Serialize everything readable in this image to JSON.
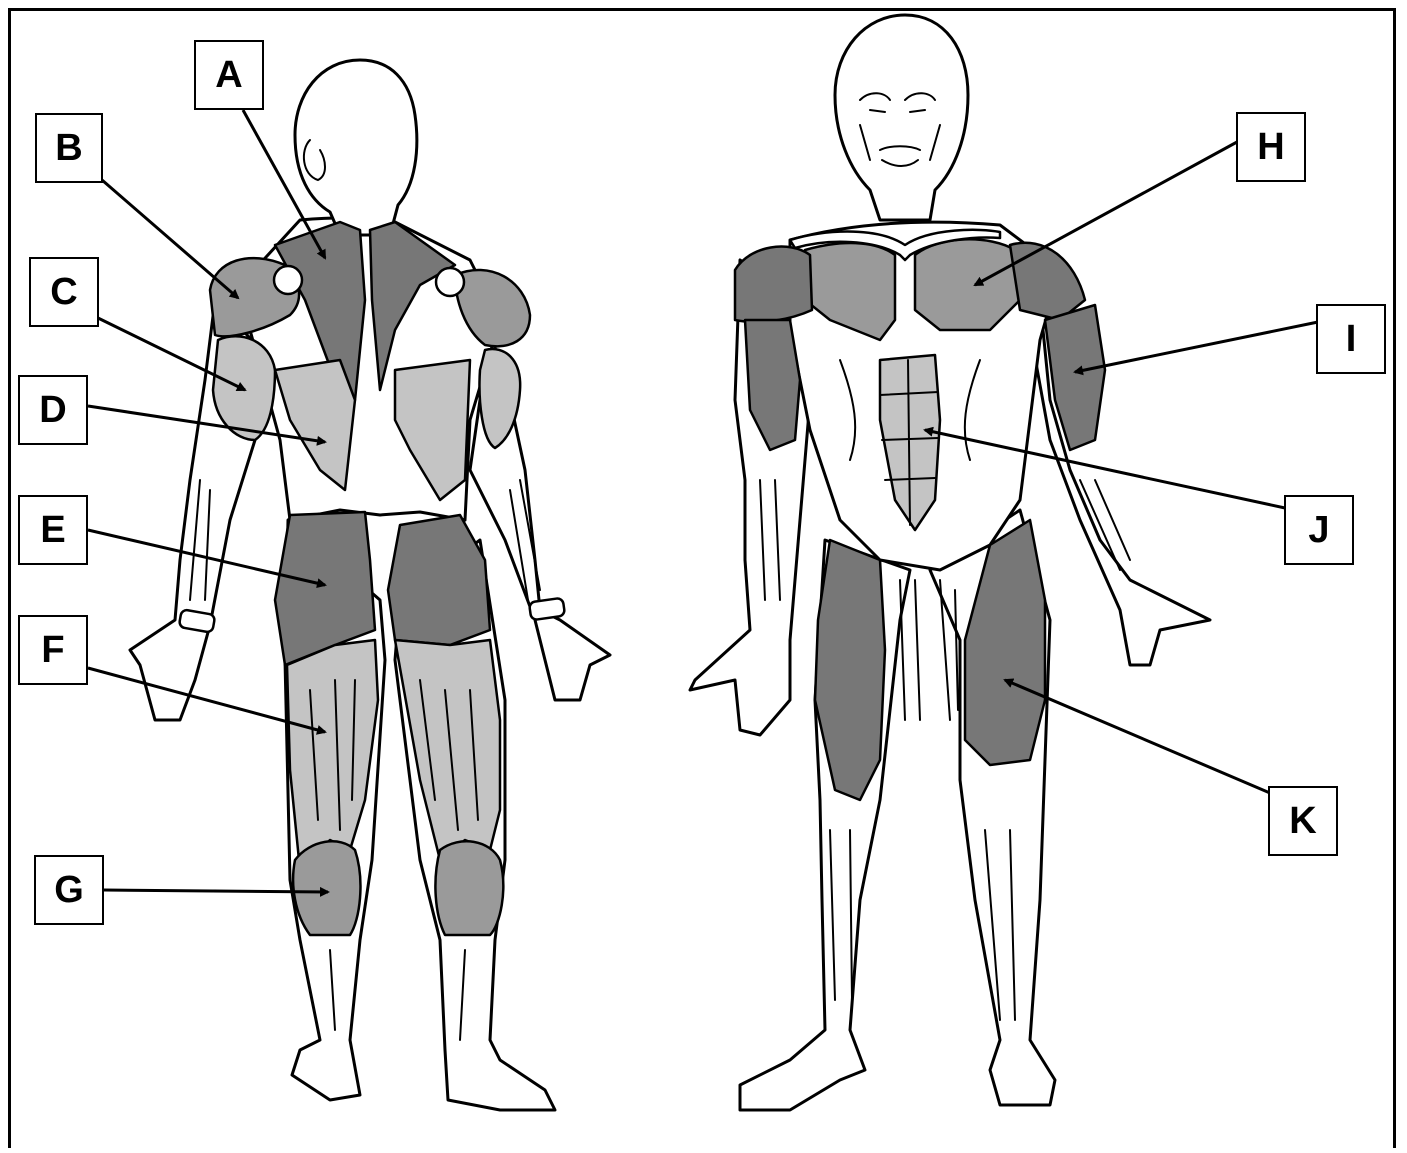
{
  "labels": {
    "A": "A",
    "B": "B",
    "C": "C",
    "D": "D",
    "E": "E",
    "F": "F",
    "G": "G",
    "H": "H",
    "I": "I",
    "J": "J",
    "K": "K"
  },
  "colors": {
    "dark_muscle": "#777777",
    "mid_muscle": "#9a9a9a",
    "light_muscle": "#c4c4c4",
    "outline": "#000000",
    "background": "#ffffff"
  }
}
